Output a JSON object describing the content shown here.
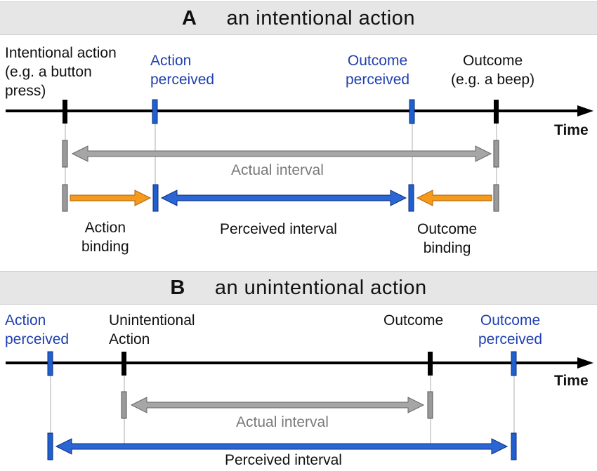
{
  "panel_a": {
    "letter": "A",
    "title": "an intentional action",
    "intentional_action": "Intentional action\n(e.g. a button\npress)",
    "action_perceived": "Action\nperceived",
    "outcome_perceived": "Outcome\nperceived",
    "outcome": "Outcome\n(e.g. a beep)",
    "time": "Time",
    "actual_interval": "Actual interval",
    "perceived_interval": "Perceived interval",
    "action_binding": "Action\nbinding",
    "outcome_binding": "Outcome\nbinding"
  },
  "panel_b": {
    "letter": "B",
    "title": "an unintentional action",
    "action_perceived": "Action\nperceived",
    "unintentional_action": "Unintentional\nAction",
    "outcome": "Outcome",
    "outcome_perceived": "Outcome\nperceived",
    "time": "Time",
    "actual_interval": "Actual interval",
    "perceived_interval": "Perceived interval"
  },
  "colors": {
    "black": "#000000",
    "blue": "#1f5fd0",
    "gray": "#9a9a9a",
    "orange": "#f59a1b",
    "blue_text": "#1f3fb0"
  }
}
